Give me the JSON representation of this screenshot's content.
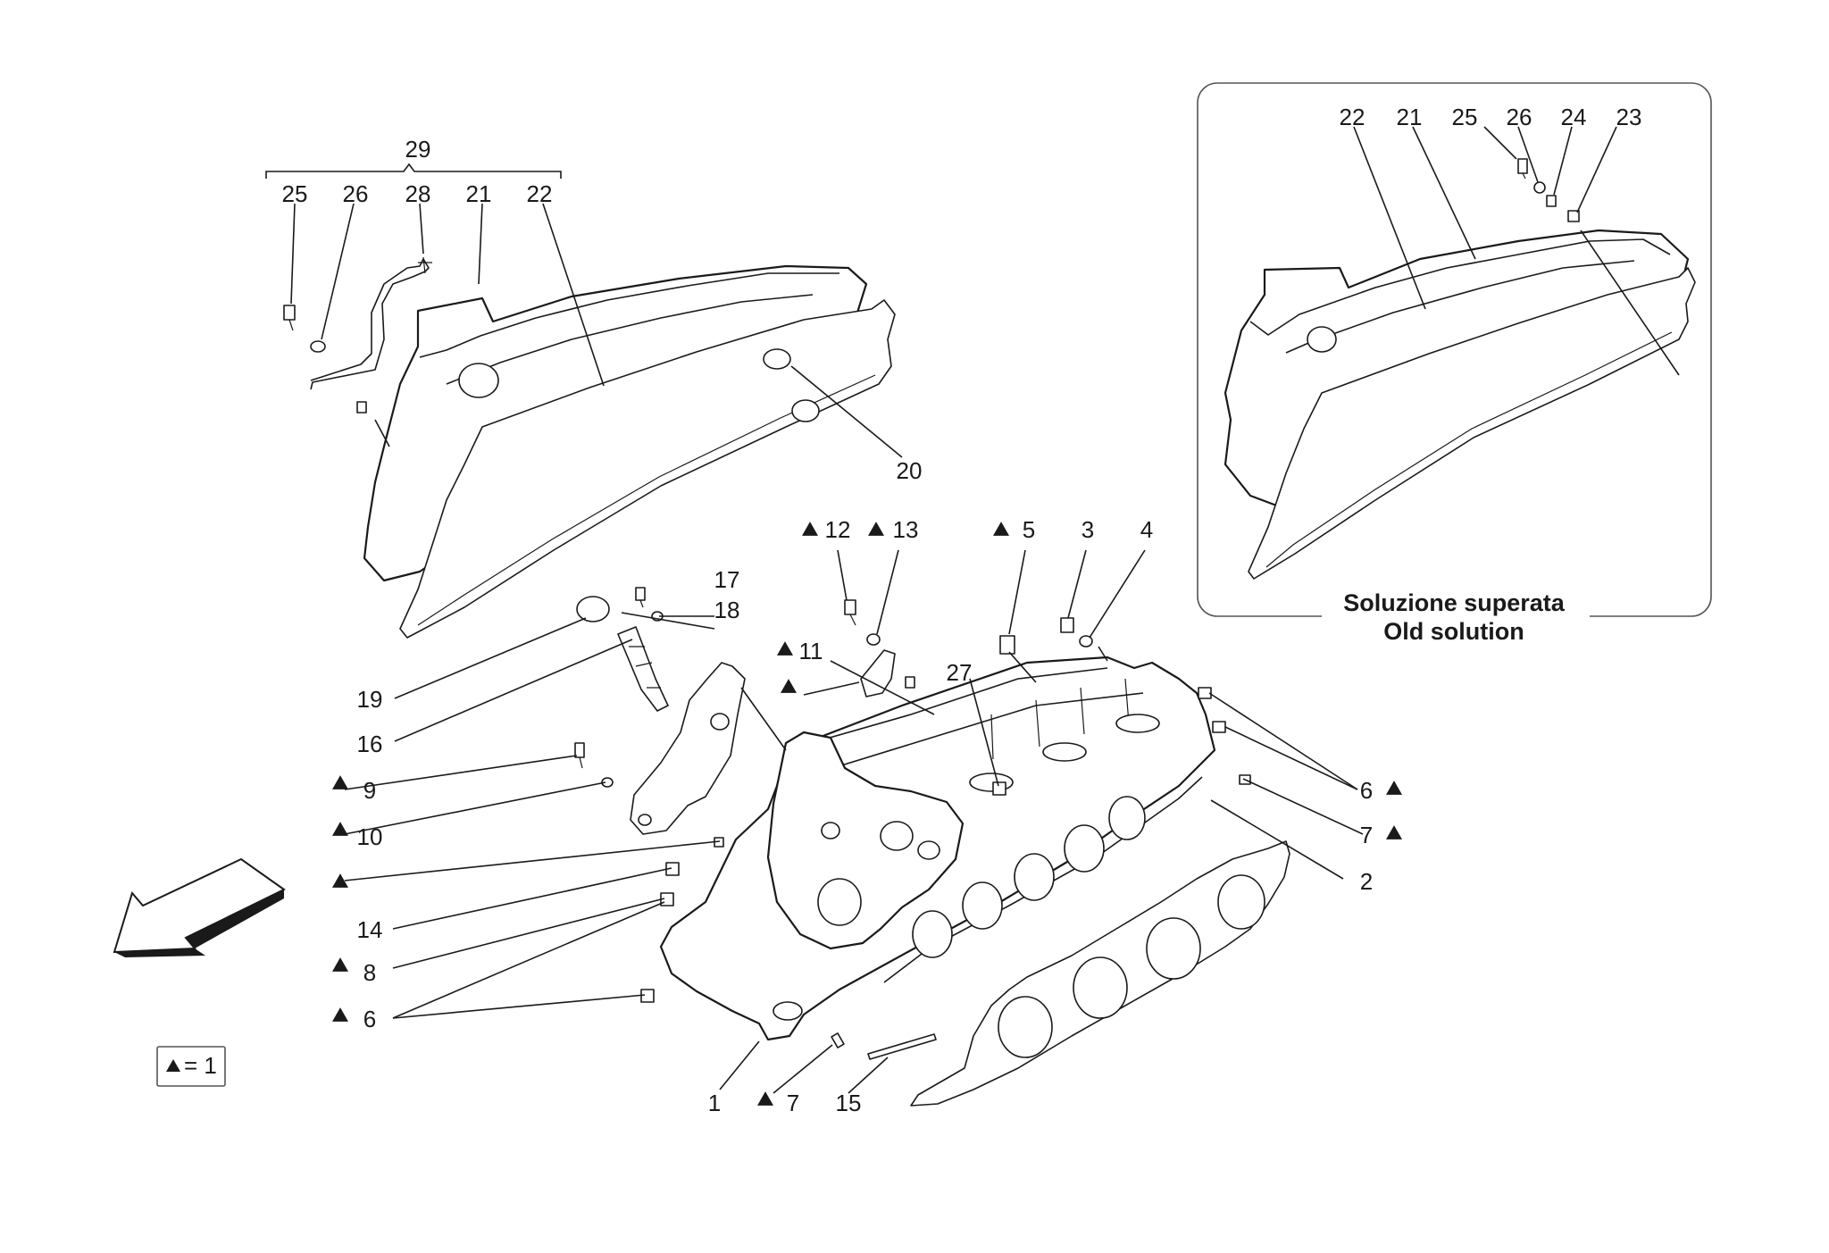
{
  "labels": {
    "l29": "29",
    "l25": "25",
    "l26": "26",
    "l28": "28",
    "l21": "21",
    "l22": "22",
    "l20": "20",
    "l17": "17",
    "l18": "18",
    "l19": "19",
    "l16": "16",
    "l9": "9",
    "l10": "10",
    "l14": "14",
    "l8": "8",
    "l6a": "6",
    "l1": "1",
    "l7a": "7",
    "l15": "15",
    "l2": "2",
    "l7b": "7",
    "l6b": "6",
    "l27": "27",
    "l11": "11",
    "l12": "12",
    "l13": "13",
    "l5": "5",
    "l3": "3",
    "l4": "4"
  },
  "inset": {
    "labels": {
      "i22": "22",
      "i21": "21",
      "i25": "25",
      "i26": "26",
      "i24": "24",
      "i23": "23"
    },
    "caption_line1": "Soluzione superata",
    "caption_line2": "Old solution"
  },
  "legend": {
    "text": "= 1"
  },
  "marker_symbol": "triangle",
  "direction_arrow": "arrow-pointing-down-left"
}
